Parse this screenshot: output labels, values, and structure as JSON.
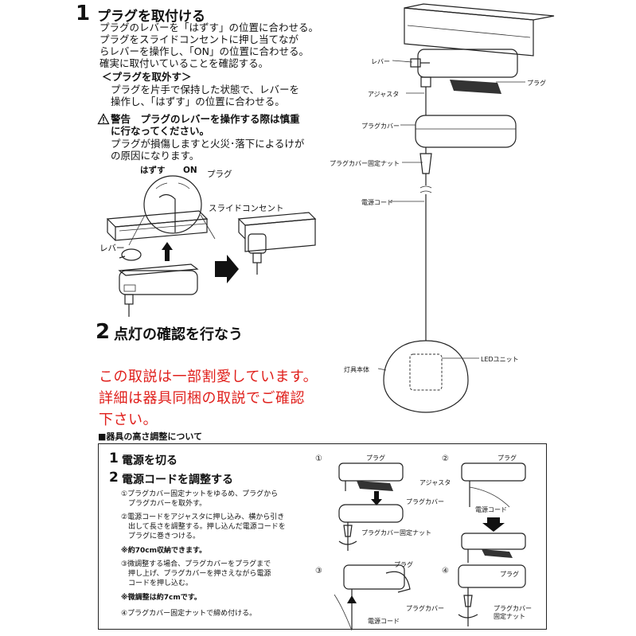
{
  "step1": {
    "number": "1",
    "title": "プラグを取付ける",
    "lines": [
      "プラグのレバーを「はずす」の位置に合わせる。",
      "プラグをスライドコンセントに押し当てなが",
      "らレバーを操作し、「ON」の位置に合わせる。",
      "確実に取付いていることを確認する。"
    ],
    "remove_heading": "＜プラグを取外す＞",
    "remove_lines": [
      "プラグを片手で保持した状態で、レバーを",
      "操作し、「はずす」の位置に合わせる。"
    ],
    "warning_lines": [
      "警告　プラグのレバーを操作する際は慎重",
      "に行なってください。"
    ],
    "warning_body": [
      "プラグが損傷しますと火災･落下によるけが",
      "の原因になります。"
    ]
  },
  "left_figure": {
    "hazusu": "はずす",
    "on": "ON",
    "plug": "プラグ",
    "slide_outlet": "スライドコンセント",
    "lever": "レバー"
  },
  "step2": {
    "number": "2",
    "title": "点灯の確認を行なう"
  },
  "red_note": [
    "この取説は一部割愛しています。",
    "詳細は器具同梱の取説でご確認",
    "下さい。"
  ],
  "right_figure": {
    "lever": "レバー",
    "plug": "プラグ",
    "adjuster": "アジャスタ",
    "plug_cover": "プラグカバー",
    "plug_cover_nut": "プラグカバー固定ナット",
    "power_cord": "電源コード",
    "led_unit": "LEDユニット",
    "fixture_body": "灯具本体"
  },
  "height_section": {
    "heading": "■器具の高さ調整について",
    "step1_number": "1",
    "step1_title": "電源を切る",
    "step2_number": "2",
    "step2_title": "電源コードを調整する",
    "items": [
      "①プラグカバー固定ナットをゆるめ、プラグから",
      "　プラグカバーを取外す。",
      "②電源コードをアジャスタに押し込み、横から引き",
      "　出して長さを調整する。押し込んだ電源コードを",
      "　プラグに巻きつける。",
      "※約70cm収納できます。",
      "③微調整する場合、プラグカバーをプラグまで",
      "　押し上げ、プラグカバーを押さえながら電源",
      "　コードを押し込む。",
      "※微調整は約7cmです。",
      "④プラグカバー固定ナットで締め付ける。"
    ],
    "fig1": {
      "num": "①",
      "plug": "プラグ",
      "plug_cover": "プラグカバー",
      "nut": "プラグカバー固定ナット"
    },
    "fig2": {
      "num": "②",
      "plug": "プラグ",
      "adjuster": "アジャスタ",
      "cord": "電源コード"
    },
    "fig3": {
      "num": "③",
      "plug": "プラグ",
      "plug_cover": "プラグカバー",
      "cord": "電源コード"
    },
    "fig4": {
      "num": "④",
      "plug": "プラグ",
      "nut": "プラグカバー\n固定ナット"
    }
  }
}
